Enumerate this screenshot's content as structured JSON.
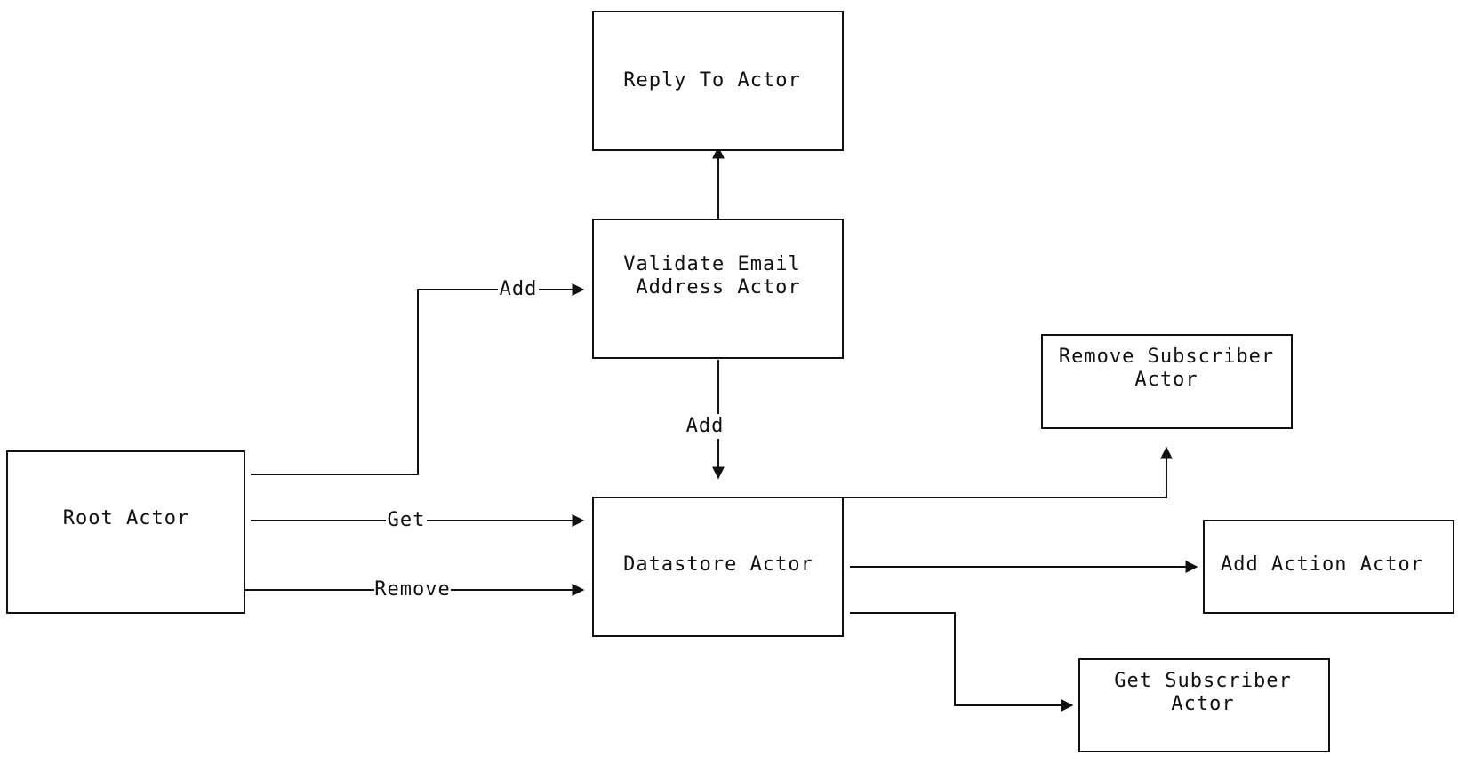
{
  "diagram": {
    "nodes": {
      "reply_to": {
        "line1": "Reply To Actor",
        "line2": ""
      },
      "validate_email": {
        "line1": "Validate Email",
        "line2": "Address Actor"
      },
      "remove_subscriber": {
        "line1": "Remove Subscriber",
        "line2": "Actor"
      },
      "root": {
        "line1": "Root Actor",
        "line2": ""
      },
      "datastore": {
        "line1": "Datastore Actor",
        "line2": ""
      },
      "add_action": {
        "line1": "Add Action Actor",
        "line2": ""
      },
      "get_subscriber": {
        "line1": "Get Subscriber",
        "line2": "Actor"
      }
    },
    "edges": {
      "root_to_validate": {
        "label": "Add"
      },
      "root_to_datastore_get": {
        "label": "Get"
      },
      "root_to_datastore_remove": {
        "label": "Remove"
      },
      "validate_to_datastore": {
        "label": "Add"
      },
      "validate_to_reply": {
        "label": ""
      },
      "datastore_to_remove": {
        "label": ""
      },
      "datastore_to_add_action": {
        "label": ""
      },
      "datastore_to_get_subscriber": {
        "label": ""
      }
    }
  }
}
